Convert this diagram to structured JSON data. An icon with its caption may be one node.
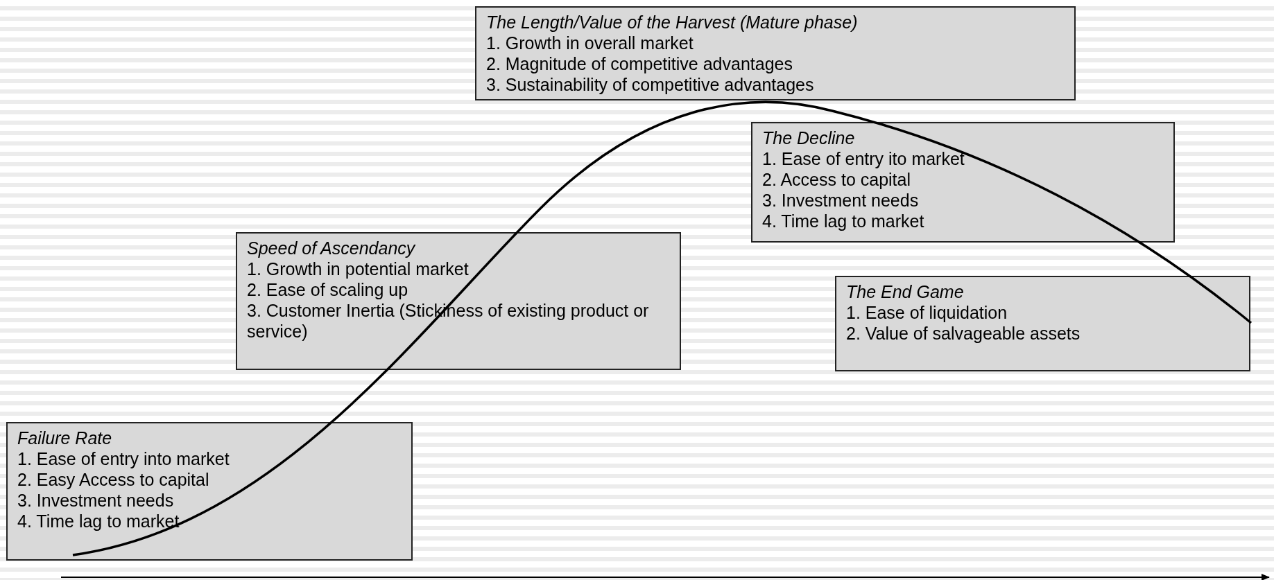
{
  "diagram": {
    "nodes": [
      {
        "text": [
          "The Length/Value of the Harvest (Mature phase)",
          "1. Growth in overall market",
          "2. Magnitude of competitive advantages",
          "3. Sustainability of competitive advantages"
        ]
      },
      {
        "text": [
          "The Decline",
          "1. Ease of entry ito market",
          "2. Access to capital",
          "3. Investment needs",
          "4. Time lag to market"
        ]
      },
      {
        "text": [
          "Speed of Ascendancy",
          "1. Growth in potential market",
          "2. Ease of scaling up",
          "3. Customer Inertia (Stickiness of existing product or service)"
        ]
      },
      {
        "text": [
          "The End Game",
          "1. Ease of liquidation",
          "2. Value of salvageable assets"
        ]
      },
      {
        "text": [
          "Failure Rate",
          "1. Ease of entry into market",
          "2. Easy Access to capital",
          "3. Investment needs",
          "4. Time lag to market"
        ]
      }
    ]
  }
}
